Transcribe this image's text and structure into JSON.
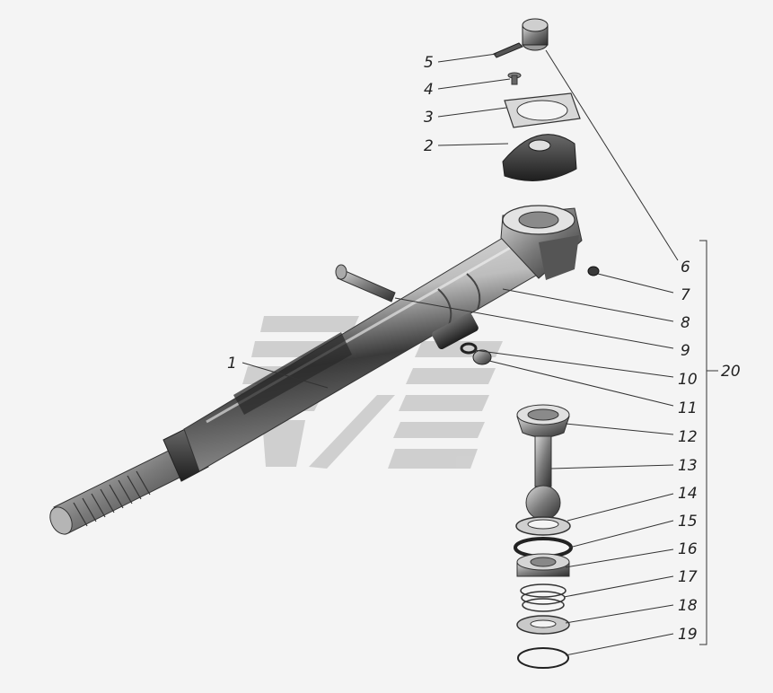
{
  "diagram": {
    "callouts": [
      {
        "id": "c1",
        "label": "1"
      },
      {
        "id": "c2",
        "label": "2"
      },
      {
        "id": "c3",
        "label": "3"
      },
      {
        "id": "c4",
        "label": "4"
      },
      {
        "id": "c5",
        "label": "5"
      },
      {
        "id": "c6",
        "label": "6"
      },
      {
        "id": "c7",
        "label": "7"
      },
      {
        "id": "c8",
        "label": "8"
      },
      {
        "id": "c9",
        "label": "9"
      },
      {
        "id": "c10",
        "label": "10"
      },
      {
        "id": "c11",
        "label": "11"
      },
      {
        "id": "c12",
        "label": "12"
      },
      {
        "id": "c13",
        "label": "13"
      },
      {
        "id": "c14",
        "label": "14"
      },
      {
        "id": "c15",
        "label": "15"
      },
      {
        "id": "c16",
        "label": "16"
      },
      {
        "id": "c17",
        "label": "17"
      },
      {
        "id": "c18",
        "label": "18"
      },
      {
        "id": "c19",
        "label": "19"
      },
      {
        "id": "c20",
        "label": "20"
      }
    ],
    "colors": {
      "background": "#f4f4f4",
      "part_dark": "#2a2a2a",
      "part_mid": "#8a8a8a",
      "part_light": "#d6d6d6",
      "watermark": "#c9c9c9"
    }
  }
}
